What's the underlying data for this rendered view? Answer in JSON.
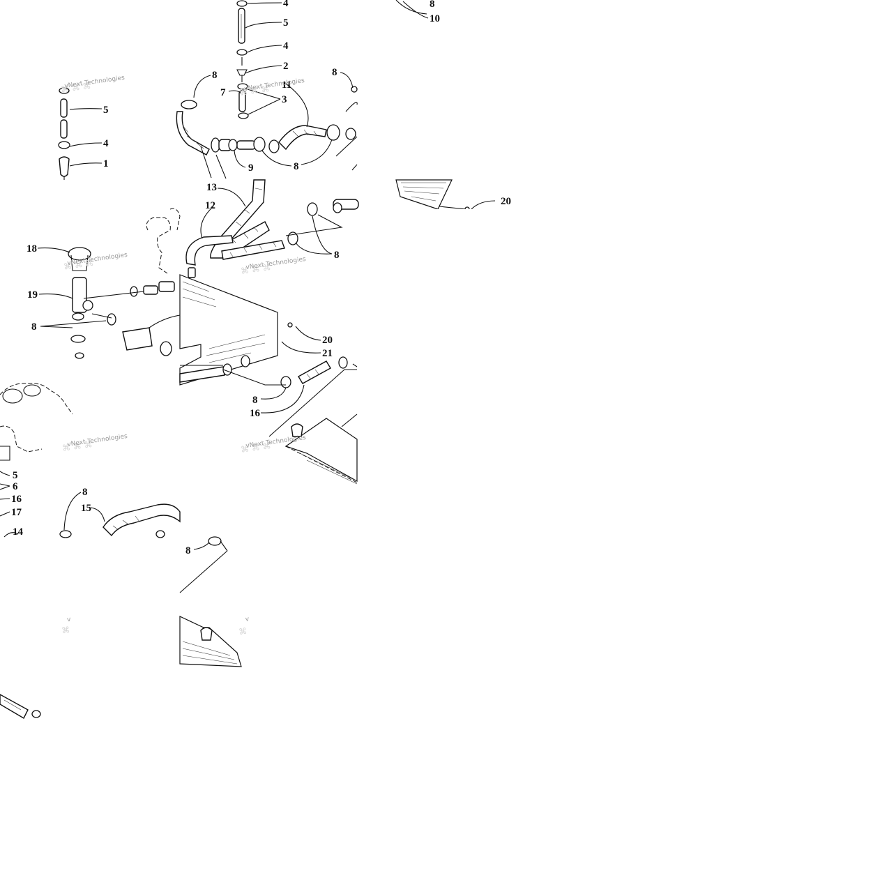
{
  "watermark": {
    "text": "vNext Technologies"
  },
  "callouts": {
    "c4a": "4",
    "c5a": "5",
    "c4b": "4",
    "c2": "2",
    "c8top": "8",
    "c10": "10",
    "c7": "7",
    "c11": "11",
    "c3": "3",
    "c8b": "8",
    "c8r": "8",
    "c9": "9",
    "c8c": "8",
    "c5l": "5",
    "c4l": "4",
    "c1": "1",
    "c13": "13",
    "c12": "12",
    "c8d": "8",
    "c20r": "20",
    "c18": "18",
    "c19": "19",
    "c8e": "8",
    "c20": "20",
    "c21": "21",
    "c8f": "8",
    "c16": "16",
    "c5ll": "5",
    "c6": "6",
    "c16l": "16",
    "c17": "17",
    "c14": "14",
    "c8g": "8",
    "c15": "15",
    "c8h": "8"
  }
}
